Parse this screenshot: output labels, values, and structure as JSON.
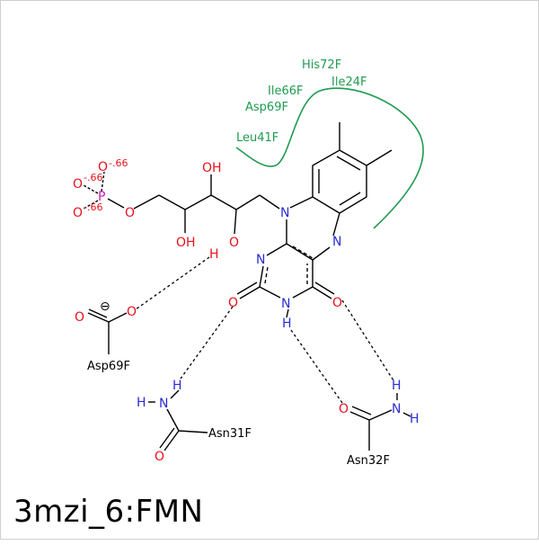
{
  "title": "3mzi_6:FMN",
  "colors": {
    "bond": "#000000",
    "oxygen": "#e8121b",
    "nitrogen": "#2a2cd4",
    "phosphorus": "#c41fb3",
    "hydrophobic": "#1f9a50"
  },
  "labels": {
    "oh_top": "OH",
    "oh_bottom": "OH",
    "o_ribityl": "O",
    "h_ribityl": "H",
    "n10": "N",
    "n5": "N",
    "n1": "N",
    "n3": "N",
    "h3": "H",
    "o2": "O",
    "o4": "O",
    "p": "P",
    "p_o1": "O",
    "p_o2": "O",
    "p_o3": "O",
    "p_o4": "O",
    "p_charge1": "-.66",
    "p_charge2": "-.66",
    "p_charge3": "-.66",
    "asp_o1": "O",
    "asp_o2": "O",
    "asp_charge": "⊖",
    "asn31_h": "H",
    "asn31_h2": "H",
    "asn31_n": "N",
    "asn31_o": "O",
    "asn32_o": "O",
    "asn32_n": "N",
    "asn32_h": "H",
    "asn32_h2": "H"
  },
  "residues": {
    "his72": "His72F",
    "ile66": "Ile66F",
    "ile24": "Ile24F",
    "asp69_hydro": "Asp69F",
    "leu41": "Leu41F",
    "asp69": "Asp69F",
    "asn31": "Asn31F",
    "asn32": "Asn32F"
  }
}
